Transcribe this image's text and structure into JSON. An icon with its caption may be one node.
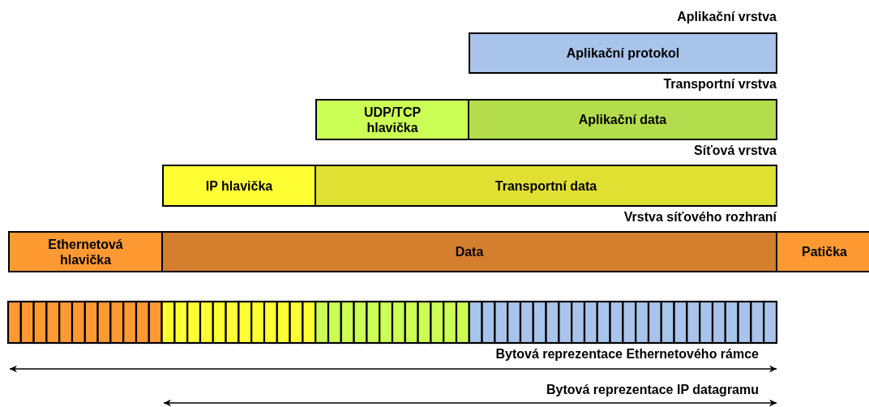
{
  "diagram": {
    "nodes": [
      {
        "text": [
          "Aplikační protokol"
        ]
      },
      {
        "text": [
          "UDP/TCP hlavička"
        ]
      },
      {
        "text": [
          "Aplikační data"
        ]
      },
      {
        "text": [
          "IP hlavička"
        ]
      },
      {
        "text": [
          "Transportní data"
        ]
      },
      {
        "text": [
          "Ethernetová hlavička"
        ]
      },
      {
        "text": [
          "Data"
        ]
      },
      {
        "text": [
          "Patička"
        ]
      }
    ],
    "edges": [],
    "labels": [
      "Aplikační vrstva",
      "Transportní vrstva",
      "Síťová vrstva",
      "Vrstva síťového rozhraní",
      "Bytová reprezentace Ethernetového rámce",
      "Bytová reprezentace IP datagramu"
    ]
  }
}
